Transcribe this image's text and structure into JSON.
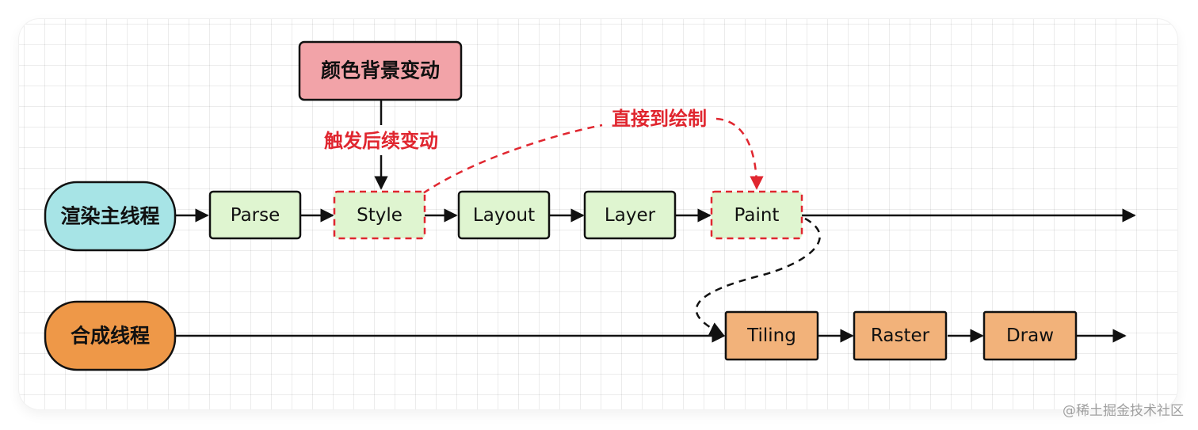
{
  "colors": {
    "green_fill": "#dff5d0",
    "cyan_fill": "#a7e4e6",
    "orange_fill": "#ee9848",
    "light_orange_fill": "#f2b27a",
    "pink_fill": "#f2a3a8",
    "red_accent": "#e0262f",
    "stroke": "#111111"
  },
  "trigger": {
    "label": "颜色背景变动"
  },
  "edge_labels": {
    "trigger_to_style": "触发后续变动",
    "style_to_paint": "直接到绘制"
  },
  "main_thread": {
    "label": "渲染主线程",
    "steps": [
      "Parse",
      "Style",
      "Layout",
      "Layer",
      "Paint"
    ]
  },
  "compositor_thread": {
    "label": "合成线程",
    "steps": [
      "Tiling",
      "Raster",
      "Draw"
    ]
  },
  "watermark": "@稀土掘金技术社区"
}
